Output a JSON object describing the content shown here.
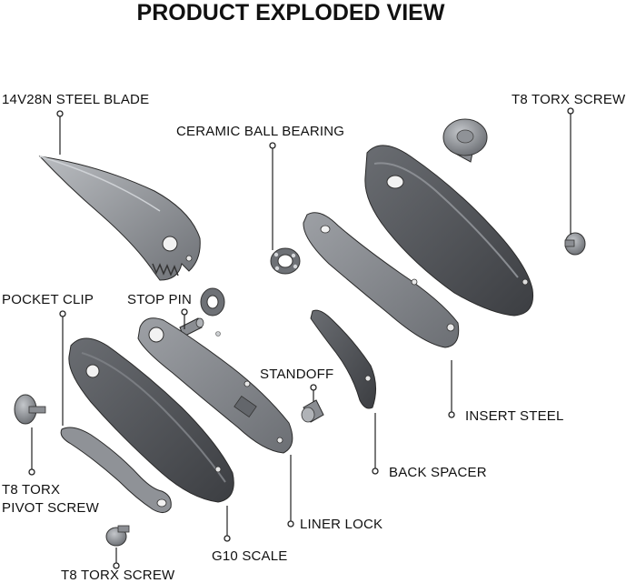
{
  "title": "PRODUCT EXPLODED VIEW",
  "labels": {
    "blade": "14V28N STEEL BLADE",
    "bearing": "CERAMIC BALL BEARING",
    "torx_top": "T8 TORX SCREW",
    "pocket_clip": "POCKET CLIP",
    "stop_pin": "STOP PIN",
    "standoff": "STANDOFF",
    "insert_steel": "INSERT STEEL",
    "pivot_line1": "T8 TORX",
    "pivot_line2": "PIVOT SCREW",
    "back_spacer": "BACK SPACER",
    "liner_lock": "LINER LOCK",
    "g10_scale": "G10 SCALE",
    "torx_bottom": "T8 TORX SCREW"
  },
  "colors": {
    "steel_light": "#a3a6aa",
    "steel_mid": "#7d8085",
    "steel_dark": "#55585c",
    "g10_dark": "#4a4c50",
    "outline": "#2a2a2a"
  }
}
